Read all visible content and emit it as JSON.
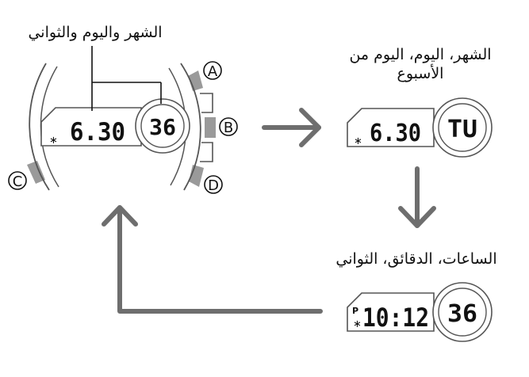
{
  "labels": {
    "month_day_seconds": "الشهر واليوم والثواني",
    "month_day_weekday_line1": "الشهر، اليوم، اليوم من",
    "month_day_weekday_line2": "الأسبوع",
    "hours_minutes_seconds": "الساعات، الدقائق، الثواني"
  },
  "buttons": {
    "a": "A",
    "b": "B",
    "c": "C",
    "d": "D"
  },
  "displays": {
    "watch": {
      "date": "6.30",
      "dial": "36",
      "bt": "∗"
    },
    "screen_weekday": {
      "date": "6.30",
      "dial": "TU",
      "bt": "∗"
    },
    "screen_time": {
      "time": "10:12",
      "dial": "36",
      "pm": "P",
      "bt": "∗"
    }
  },
  "colors": {
    "line": "#555555",
    "arrow": "#6e6e6e",
    "crown": "#9a9a9a",
    "text": "#111111"
  }
}
